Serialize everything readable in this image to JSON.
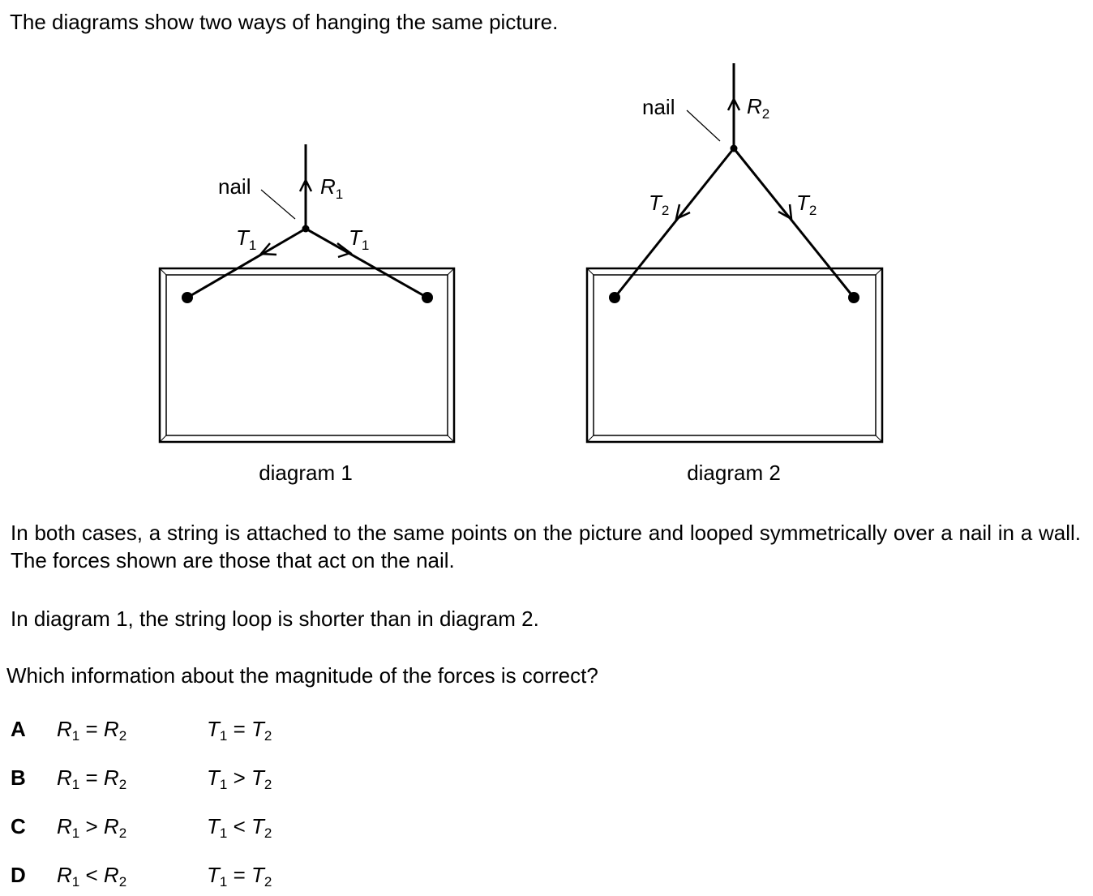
{
  "intro": "The diagrams show two ways of hanging the same picture.",
  "diagram1": {
    "caption": "diagram 1",
    "nail_label": "nail",
    "R": {
      "sym": "R",
      "sub": "1"
    },
    "T": {
      "sym": "T",
      "sub": "1"
    }
  },
  "diagram2": {
    "caption": "diagram 2",
    "nail_label": "nail",
    "R": {
      "sym": "R",
      "sub": "2"
    },
    "T": {
      "sym": "T",
      "sub": "2"
    }
  },
  "para1": "In both cases, a string is attached to the same points on the picture and looped symmetrically over a nail in a wall. The forces shown are those that act on the nail.",
  "para2": "In diagram 1, the string loop is shorter than in diagram 2.",
  "question": "Which information about the magnitude of the forces is correct?",
  "options": [
    {
      "letter": "A",
      "r_left": "R",
      "r_left_sub": "1",
      "r_op": "=",
      "r_right": "R",
      "r_right_sub": "2",
      "t_left": "T",
      "t_left_sub": "1",
      "t_op": "=",
      "t_right": "T",
      "t_right_sub": "2"
    },
    {
      "letter": "B",
      "r_left": "R",
      "r_left_sub": "1",
      "r_op": "=",
      "r_right": "R",
      "r_right_sub": "2",
      "t_left": "T",
      "t_left_sub": "1",
      "t_op": ">",
      "t_right": "T",
      "t_right_sub": "2"
    },
    {
      "letter": "C",
      "r_left": "R",
      "r_left_sub": "1",
      "r_op": ">",
      "r_right": "R",
      "r_right_sub": "2",
      "t_left": "T",
      "t_left_sub": "1",
      "t_op": "<",
      "t_right": "T",
      "t_right_sub": "2"
    },
    {
      "letter": "D",
      "r_left": "R",
      "r_left_sub": "1",
      "r_op": "<",
      "r_right": "R",
      "r_right_sub": "2",
      "t_left": "T",
      "t_left_sub": "1",
      "t_op": "=",
      "t_right": "T",
      "t_right_sub": "2"
    }
  ]
}
